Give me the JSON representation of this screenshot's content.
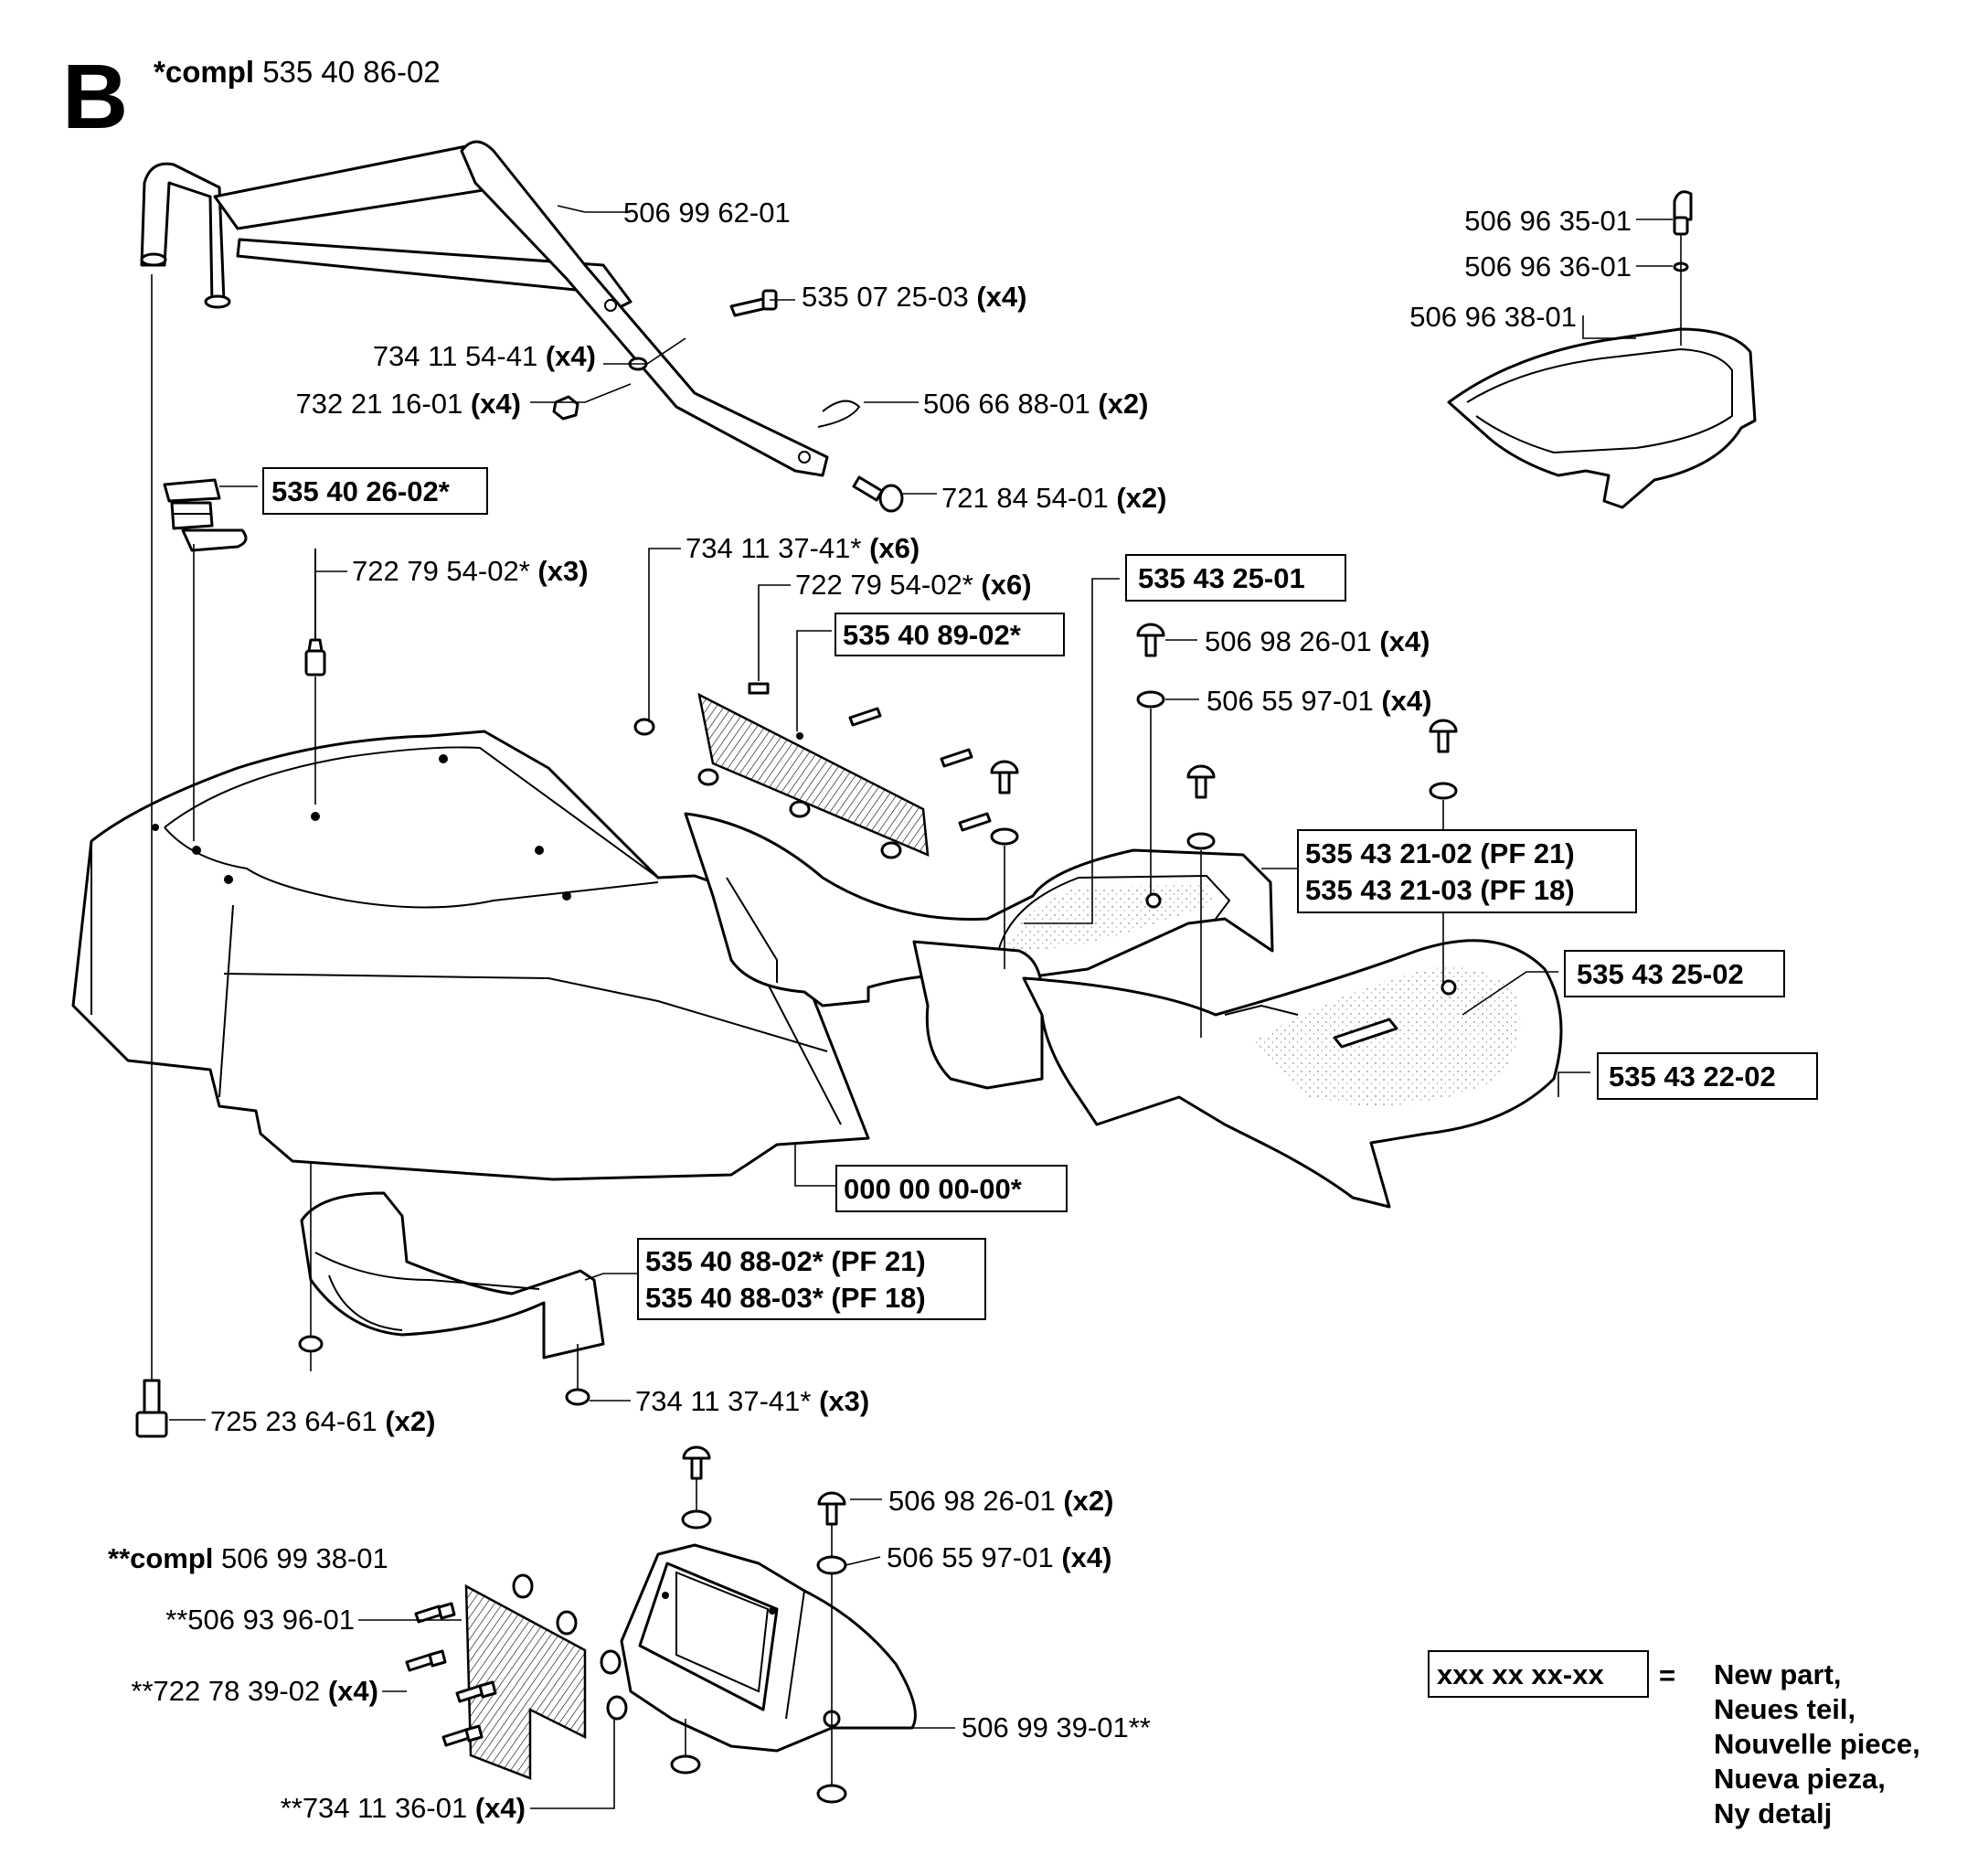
{
  "section_letter": "B",
  "compl": {
    "prefix": "*compl",
    "number": "535 40 86-02"
  },
  "compl2": {
    "prefix": "**compl",
    "number": "506 99 38-01"
  },
  "labels": {
    "handle": {
      "text": "506 99 62-01",
      "qty": ""
    },
    "bolt_top": {
      "text": "535 07 25-03",
      "qty": "(x4)"
    },
    "washer_top": {
      "text": "734 11 54-41",
      "qty": "(x4)"
    },
    "nut_top": {
      "text": "732 21 16-01",
      "qty": "(x4)"
    },
    "hairpin": {
      "text": "506 66 88-01",
      "qty": "(x2)"
    },
    "pin": {
      "text": "721 84 54-01",
      "qty": "(x2)"
    },
    "knob_screw": {
      "text": "506 96 35-01",
      "qty": ""
    },
    "knob_washer": {
      "text": "506 96 36-01",
      "qty": ""
    },
    "seat_cover": {
      "text": "506 96 38-01",
      "qty": ""
    },
    "latch": {
      "text": "535 40 26-02*",
      "qty": ""
    },
    "rivet_left": {
      "text": "722 79 54-02*",
      "qty": "(x3)"
    },
    "washer_grille": {
      "text": "734 11 37-41*",
      "qty": "(x6)"
    },
    "rivet_grille": {
      "text": "722 79 54-02*",
      "qty": "(x6)"
    },
    "grille": {
      "text": "535 40 89-02*",
      "qty": ""
    },
    "shell_right_top": {
      "text": "535 43 25-01",
      "qty": ""
    },
    "screw_right": {
      "text": "506 98 26-01",
      "qty": "(x4)"
    },
    "washer_right": {
      "text": "506 55 97-01",
      "qty": "(x4)"
    },
    "tray_pf21": {
      "text": "535 43 21-02 (PF 21)",
      "qty": ""
    },
    "tray_pf18": {
      "text": "535 43 21-03 (PF 18)",
      "qty": ""
    },
    "shell_right_bottom": {
      "text": "535 43 25-02",
      "qty": ""
    },
    "cover_right": {
      "text": "535 43 22-02",
      "qty": ""
    },
    "main_housing": {
      "text": "000 00 00-00*",
      "qty": ""
    },
    "chute_pf21": {
      "text": "535 40 88-02* (PF 21)",
      "qty": ""
    },
    "chute_pf18": {
      "text": "535 40 88-03* (PF 18)",
      "qty": ""
    },
    "washer_chute": {
      "text": "734 11 37-41*",
      "qty": "(x3)"
    },
    "bolt_left": {
      "text": "725 23 64-61",
      "qty": "(x2)"
    },
    "screw_bottom": {
      "text": "506 98 26-01",
      "qty": "(x2)"
    },
    "washer_bottom": {
      "text": "506 55 97-01",
      "qty": "(x4)"
    },
    "grille_bottom": {
      "text": "**506 93 96-01",
      "qty": ""
    },
    "rivet_bottom": {
      "text": "**722 78 39-02",
      "qty": "(x4)"
    },
    "washer_grille_bottom": {
      "text": "**734 11 36-01",
      "qty": "(x4)"
    },
    "box_bottom": {
      "text": "506 99 39-01**",
      "qty": ""
    }
  },
  "legend": {
    "code": "xxx xx xx-xx",
    "equals": "=",
    "lines": [
      "New part,",
      "Neues teil,",
      "Nouvelle piece,",
      "Nueva pieza,",
      "Ny detalj"
    ]
  }
}
